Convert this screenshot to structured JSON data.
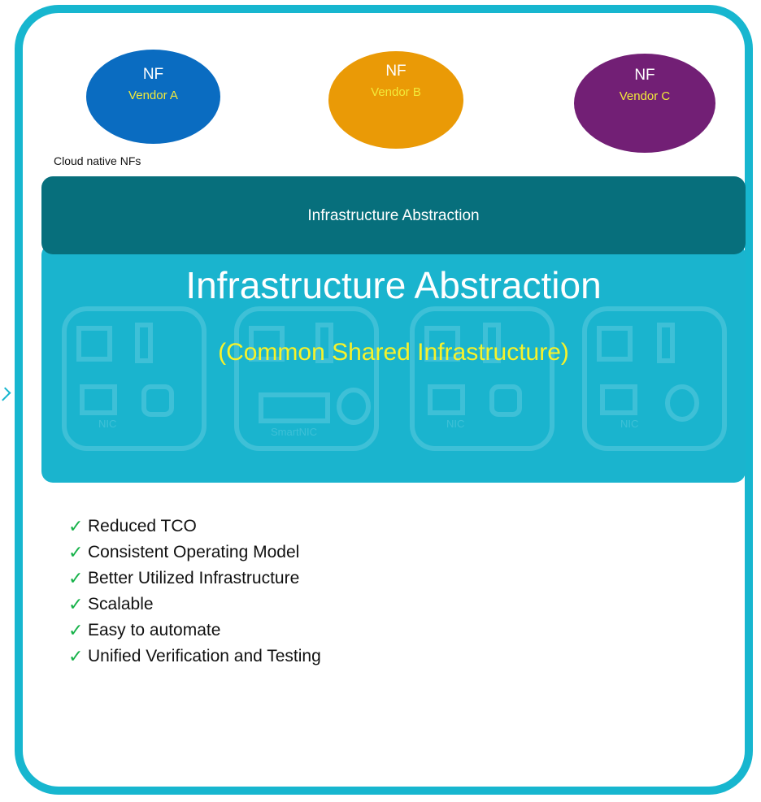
{
  "nf_units": [
    {
      "title": "NF",
      "vendor": "Vendor A",
      "color": "#0a6cc1"
    },
    {
      "title": "NF",
      "vendor": "Vendor B",
      "color": "#ea9a06"
    },
    {
      "title": "NF",
      "vendor": "Vendor C",
      "color": "#721f75"
    }
  ],
  "cloud_label": "Cloud native NFs",
  "abstraction_band": {
    "label": "Infrastructure Abstraction",
    "color": "#076f7c"
  },
  "infrastructure": {
    "title": "Infrastructure Abstraction",
    "subtitle": "(Common Shared Infrastructure)",
    "color": "#1ab4ce",
    "hardware_labels": [
      "NIC",
      "SmartNIC",
      "NIC",
      "NIC"
    ]
  },
  "benefits": [
    "Reduced TCO",
    "Consistent Operating Model",
    "Better Utilized Infrastructure",
    "Scalable",
    "Easy to automate",
    "Unified Verification and Testing"
  ],
  "check_symbol": "✓",
  "accent_color": "#17b6cf"
}
